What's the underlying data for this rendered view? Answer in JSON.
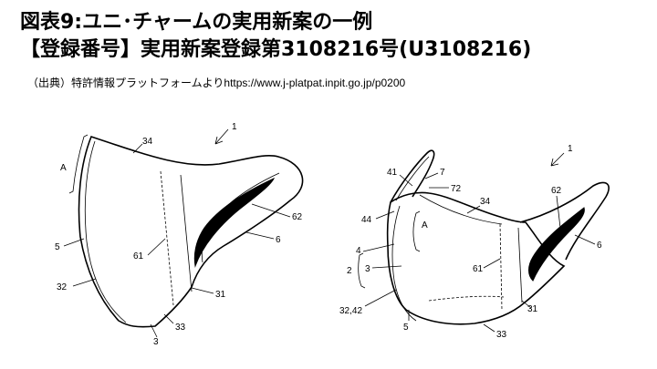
{
  "header": {
    "title_line1": "図表9:ユニ･チャームの実用新案の一例",
    "title_line2": "【登録番号】実用新案登録第3108216号(U3108216)",
    "source_prefix": "（出典）特許情報プラットフォームより",
    "source_url": "https://www.j-platpat.inpit.go.jp/p0200"
  },
  "figure_left": {
    "labels": {
      "ref_1": "1",
      "ref_34": "34",
      "ref_A": "A",
      "ref_62": "62",
      "ref_6": "6",
      "ref_61": "61",
      "ref_5": "5",
      "ref_32": "32",
      "ref_31": "31",
      "ref_33": "33",
      "ref_3": "3"
    }
  },
  "figure_right": {
    "labels": {
      "ref_1": "1",
      "ref_41": "41",
      "ref_7": "7",
      "ref_72": "72",
      "ref_34": "34",
      "ref_62": "62",
      "ref_44": "44",
      "ref_A": "A",
      "ref_4": "4",
      "ref_2": "2",
      "ref_3": "3",
      "ref_61": "61",
      "ref_6": "6",
      "ref_31": "31",
      "ref_32_42": "32,42",
      "ref_5": "5",
      "ref_33": "33"
    }
  }
}
